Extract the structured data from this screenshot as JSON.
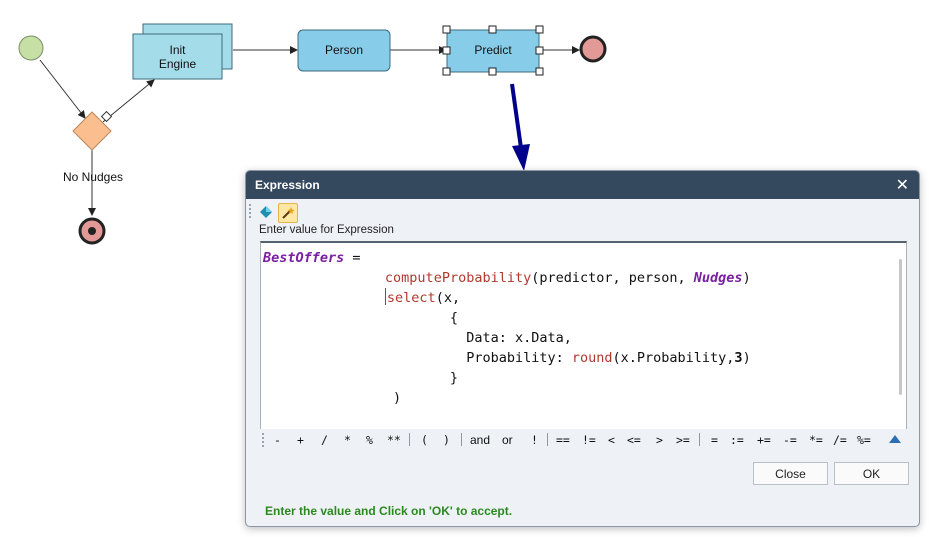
{
  "workflow": {
    "nodes": {
      "init_engine": "Init\nEngine",
      "person": "Person",
      "predict": "Predict"
    },
    "decision_label": "No Nudges"
  },
  "dialog": {
    "title": "Expression",
    "close_glyph": "✕",
    "toolbar": {
      "icon_1": "diamond-icon",
      "icon_2": "magic-wand-icon"
    },
    "prompt": "Enter value for Expression",
    "code": {
      "lines": [
        [
          {
            "t": "BestOffers",
            "c": "var"
          },
          {
            "t": " ="
          }
        ],
        [
          {
            "t": "               "
          },
          {
            "t": "computeProbability",
            "c": "fn"
          },
          {
            "t": "(predictor, person, "
          },
          {
            "t": "Nudges",
            "c": "var"
          },
          {
            "t": ")"
          }
        ],
        [
          {
            "t": "               "
          },
          {
            "t": "",
            "c": "caret"
          },
          {
            "t": "select",
            "c": "fn"
          },
          {
            "t": "(x,"
          }
        ],
        [
          {
            "t": "                       {"
          }
        ],
        [
          {
            "t": "                         Data: x.Data,"
          }
        ],
        [
          {
            "t": "                         Probability: "
          },
          {
            "t": "round",
            "c": "fn"
          },
          {
            "t": "(x.Probability,"
          },
          {
            "t": "3",
            "c": "num"
          },
          {
            "t": ")"
          }
        ],
        [
          {
            "t": "                       }"
          }
        ],
        [
          {
            "t": "                )"
          }
        ]
      ]
    },
    "operators": {
      "arith": [
        "-",
        "+",
        "/",
        "*",
        "%",
        "**"
      ],
      "parens": [
        "(",
        ")"
      ],
      "logical": [
        "and",
        "or",
        "!"
      ],
      "compare": [
        "==",
        "!=",
        "<",
        "<=",
        ">",
        ">="
      ],
      "assign": [
        "=",
        ":=",
        "+=",
        "-=",
        "*=",
        "/=",
        "%="
      ]
    },
    "buttons": {
      "close": "Close",
      "ok": "OK"
    },
    "status": "Enter the value and Click on 'OK' to accept."
  },
  "colors": {
    "start_node": "#c5dfa4",
    "end_node": "#e39a96",
    "decision": "#fbbf8f",
    "task": "#87cde9",
    "init_engine": "#a4dcea",
    "arrow": "#00008b",
    "titlebar": "#34485e",
    "status_text": "#2a8a1e"
  }
}
